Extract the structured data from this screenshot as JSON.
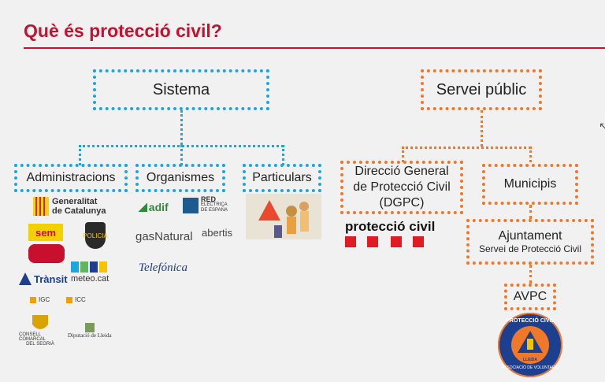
{
  "title": "Què és protecció civil?",
  "diagram": {
    "sistema": "Sistema",
    "servei": "Servei públic",
    "administracions": "Administracions",
    "organismes": "Organismes",
    "particulars": "Particulars",
    "dgpc_line1": "Direcció General",
    "dgpc_line2": "de Protecció Civil",
    "dgpc_line3": "(DGPC)",
    "municipis": "Municipis",
    "ajuntament": "Ajuntament",
    "servei_pc": "Servei de Protecció Civil",
    "avpc": "AVPC"
  },
  "logos": {
    "generalitat1": "Generalitat",
    "generalitat2": "de Catalunya",
    "sem": "sem",
    "policia": "POLICIA",
    "transit": "Trànsit",
    "meteo": "meteo.cat",
    "igc": "IGC",
    "icc": "ICC",
    "consell1": "CONSELL COMARCAL",
    "consell2": "DEL SEGRIÀ",
    "diputacio": "Diputació de Lleida",
    "adif": "adif",
    "red1": "RED",
    "red2": "ELÉCTRICA",
    "red3": "DE ESPAÑA",
    "gasnatural": "gasNatural",
    "abertis": "abertis",
    "telefonica": "Telefónica",
    "protecciocivil": "protecció civil",
    "badge_top": "PROTECCIÓ CIVIL",
    "badge_bottom": "ASSOCIACIÓ DE VOLUNTARIS",
    "badge_city": "LLEIDA"
  },
  "colors": {
    "accent": "#c8102e",
    "blue": "#1aa7e0",
    "orange": "#f0782a"
  }
}
